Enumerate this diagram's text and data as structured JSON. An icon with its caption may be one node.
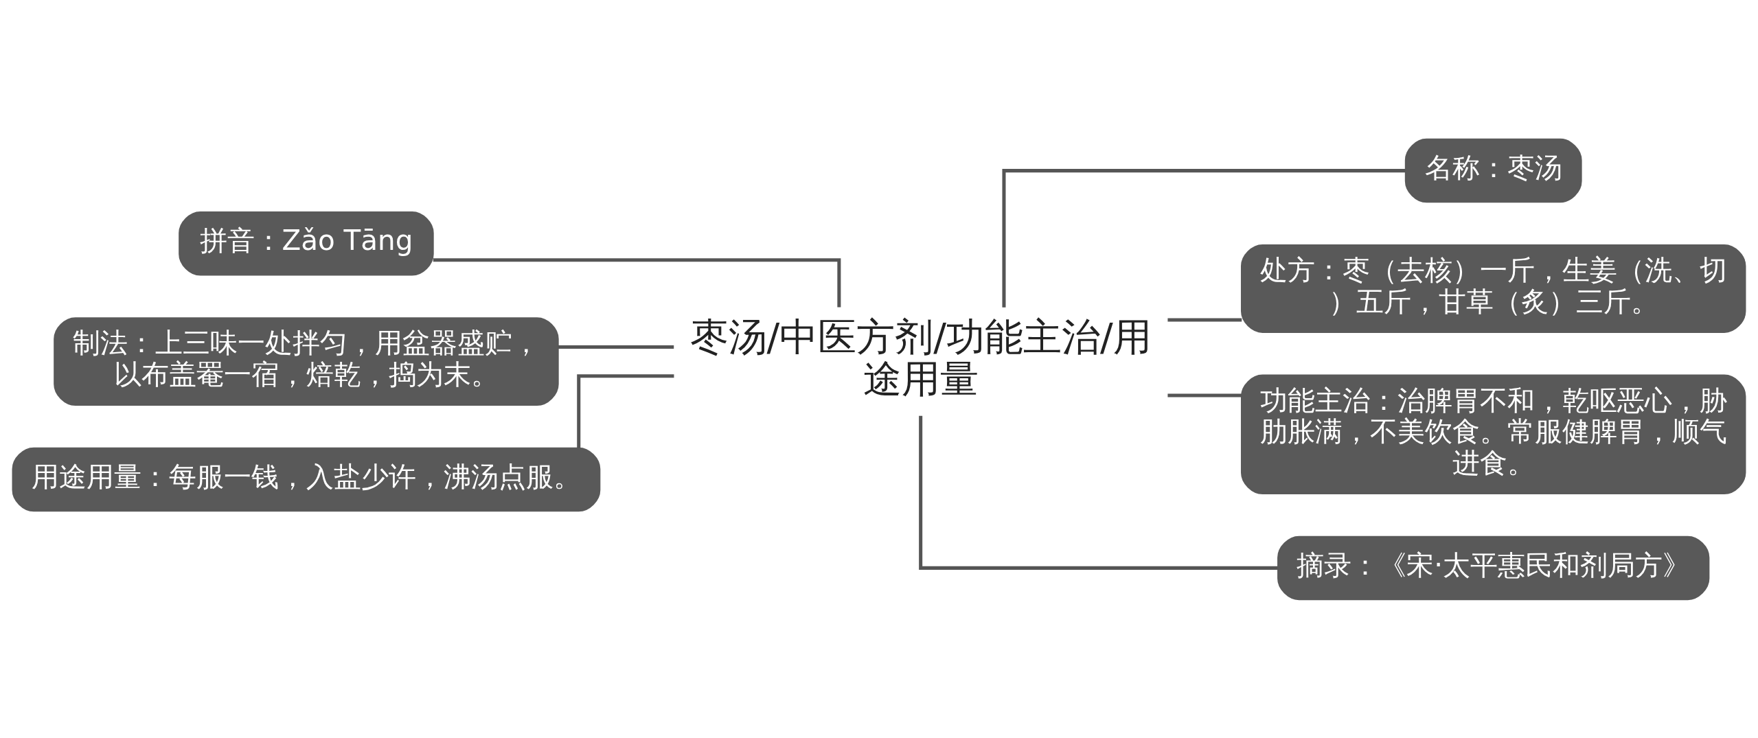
{
  "diagram": {
    "nodes": [
      {
        "text": [
          "枣汤/中医方剂/功能主治/用途用量"
        ]
      },
      {
        "text": [
          "拼音：Zǎo Tāng"
        ]
      },
      {
        "text": [
          "制法：上三味一处拌匀，用盆器盛贮，以布盖罨一宿，焙乾，捣为末。"
        ]
      },
      {
        "text": [
          "用途用量：每服一钱，入盐少许，沸汤点服。"
        ]
      },
      {
        "text": [
          "名称：枣汤"
        ]
      },
      {
        "text": [
          "处方：枣（去核）一斤，生姜（洗、切）五斤，甘草（炙）三斤。"
        ]
      },
      {
        "text": [
          "功能主治：治脾胃不和，乾呕恶心，胁肋胀满，不美饮食。常服健脾胃，顺气进食。"
        ]
      },
      {
        "text": [
          "摘录：《宋·太平惠民和剂局方》"
        ]
      }
    ],
    "edges": [
      {
        "from": 0,
        "to": 1,
        "arrow": "none"
      },
      {
        "from": 0,
        "to": 2,
        "arrow": "none"
      },
      {
        "from": 0,
        "to": 3,
        "arrow": "none"
      },
      {
        "from": 0,
        "to": 4,
        "arrow": "none"
      },
      {
        "from": 0,
        "to": 5,
        "arrow": "none"
      },
      {
        "from": 0,
        "to": 6,
        "arrow": "none"
      },
      {
        "from": 0,
        "to": 7,
        "arrow": "none"
      }
    ]
  }
}
